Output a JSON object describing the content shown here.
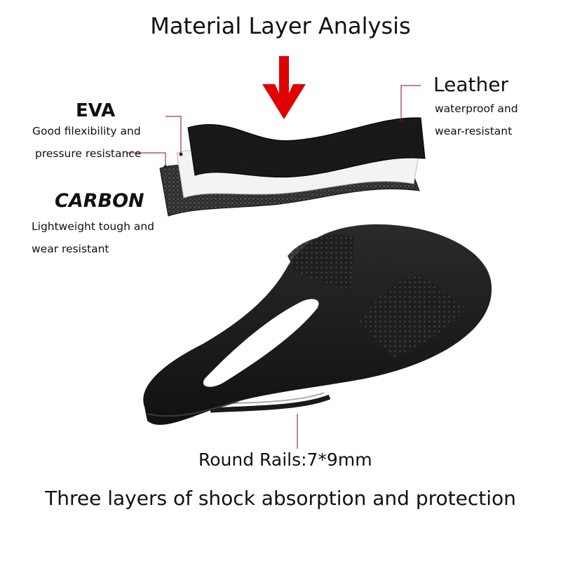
{
  "title": "Material Layer Analysis",
  "layers": {
    "eva": {
      "title": "EVA",
      "desc_line1": "Good filexibility and",
      "desc_line2": "pressure resistance"
    },
    "carbon": {
      "title": "CARBON",
      "desc_line1": "Lightweight tough and",
      "desc_line2": "wear resistant"
    },
    "leather": {
      "title": "Leather",
      "desc_line1": "waterproof and",
      "desc_line2": "wear-resistant"
    }
  },
  "rails_label": "Round Rails:7*9mm",
  "bottom_caption": "Three layers of shock absorption and protection",
  "colors": {
    "arrow": "#e00000",
    "leader_line": "#b03040",
    "leather_layer": "#161616",
    "eva_layer": "#f2f2f2",
    "carbon_layer": "#2a2a2a",
    "saddle": "#1a1a1a"
  },
  "icons": {
    "arrow": "down-arrow-icon"
  }
}
